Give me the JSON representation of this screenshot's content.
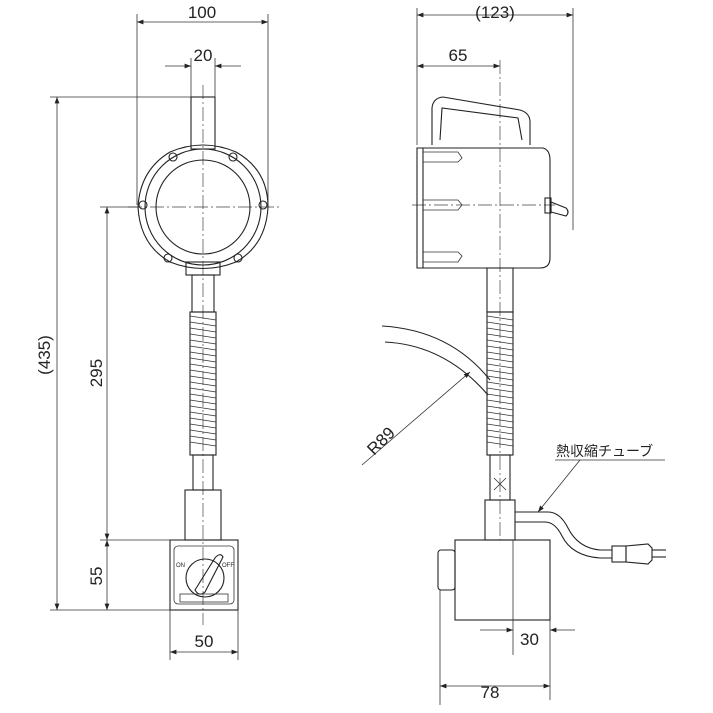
{
  "dimensions": {
    "left_width": "100",
    "stem_width": "20",
    "total_height": "(435)",
    "arm_length": "295",
    "base_height": "55",
    "base_width": "50",
    "side_depth": "(123)",
    "head_offset": "65",
    "cord_radius": "R89",
    "base_offset": "30",
    "base_depth": "78"
  },
  "labels": {
    "heat_shrink_tube": "熱収縮チューブ",
    "switch_on": "ON",
    "switch_off": "OFF"
  },
  "colors": {
    "line": "#222222",
    "background": "#ffffff"
  }
}
